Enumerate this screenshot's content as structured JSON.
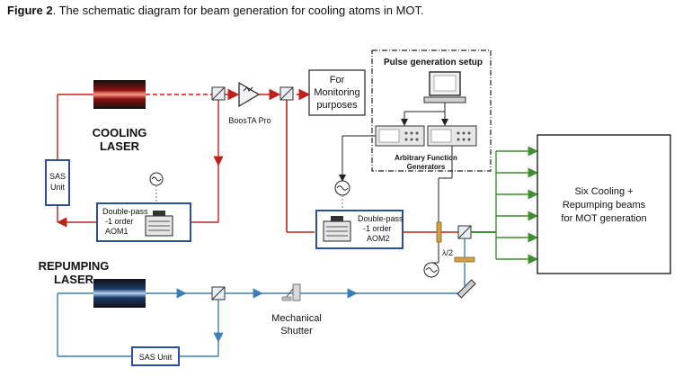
{
  "caption": {
    "prefix": "Figure 2",
    "text": ". The schematic diagram for beam generation for cooling atoms in MOT."
  },
  "labels": {
    "cooling_laser_line1": "COOLING",
    "cooling_laser_line2": "LASER",
    "repumping_laser_line1": "REPUMPING",
    "repumping_laser_line2": "LASER",
    "boosta": "BoosTA Pro",
    "monitoring_line1": "For",
    "monitoring_line2": "Monitoring",
    "monitoring_line3": "purposes",
    "pulse_setup": "Pulse generation setup",
    "afg_line1": "Arbitrary Function",
    "afg_line2": "Generators",
    "sas_line1": "SAS",
    "sas_line2": "Unit",
    "sas_unit_bottom": "SAS Unit",
    "aom1_line1": "Double-pass",
    "aom1_line2": "-1 order",
    "aom1_line3": "AOM1",
    "aom2_line1": "Double-pass",
    "aom2_line2": "-1 order",
    "aom2_line3": "AOM2",
    "waveplate": "λ/2",
    "shutter_line1": "Mechanical",
    "shutter_line2": "Shutter",
    "output_line1": "Six Cooling +",
    "output_line2": "Repumping beams",
    "output_line3": "for MOT generation"
  },
  "colors": {
    "cooling_beam": "#c0201c",
    "repump_beam": "#3a7fb5",
    "output_beams": "#3f8f2f",
    "aom_border": "#2b4f9e",
    "wire": "#333333"
  }
}
